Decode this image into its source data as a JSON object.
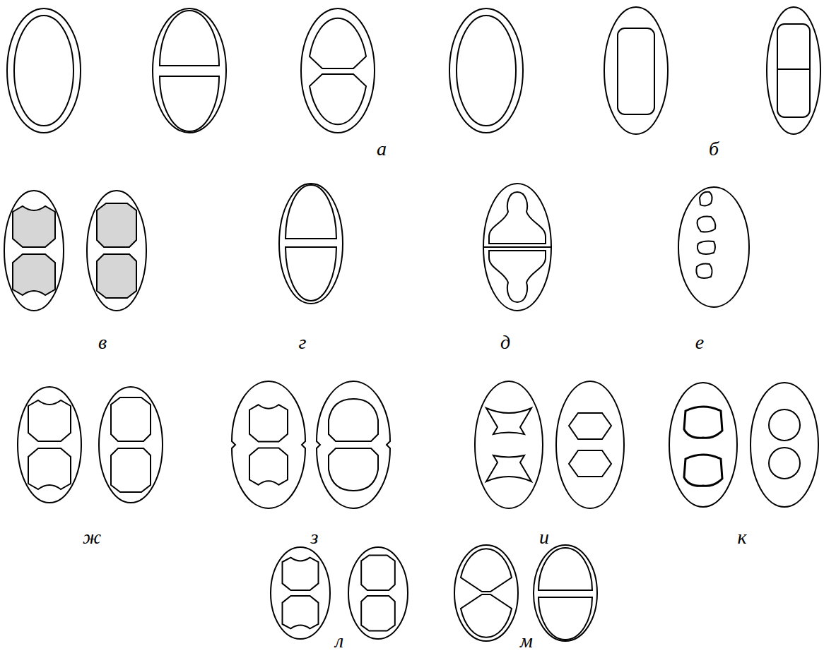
{
  "diagram": {
    "labels": [
      "а",
      "б",
      "в",
      "г",
      "д",
      "е",
      "ж",
      "з",
      "и",
      "к",
      "л",
      "м"
    ]
  }
}
